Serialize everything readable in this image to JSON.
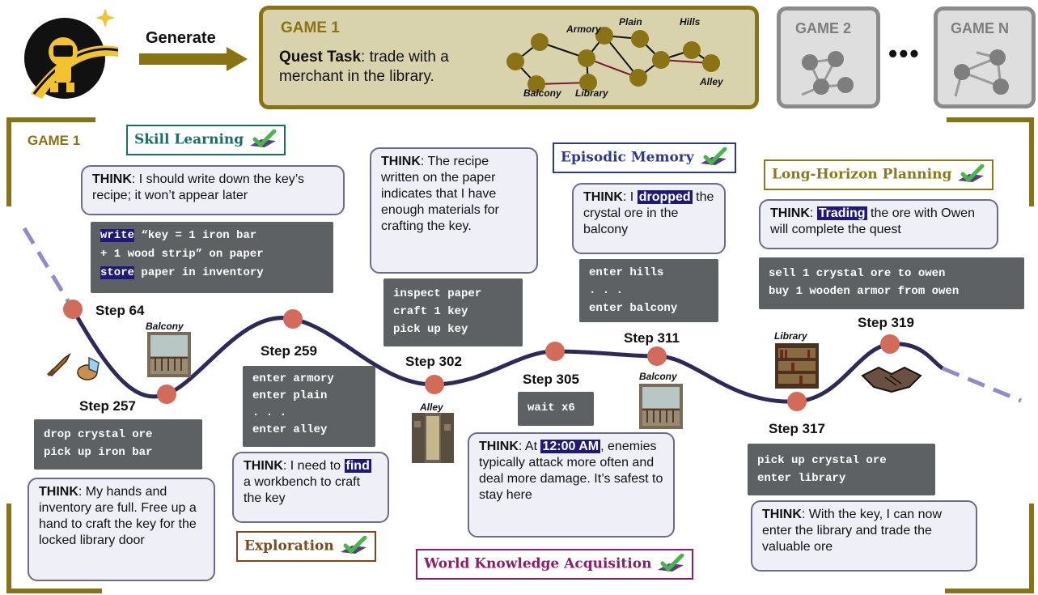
{
  "header": {
    "generate_label": "Generate",
    "game1_card": {
      "title": "GAME 1",
      "quest_prefix": "Quest Task",
      "quest_text_line1": ": trade with a",
      "quest_text_line2": "merchant in the library.",
      "map_labels": {
        "armory": "Armory",
        "plain": "Plain",
        "hills": "Hills",
        "alley": "Alley",
        "balcony": "Balcony",
        "library": "Library"
      }
    },
    "game2_title": "GAME 2",
    "ellipsis": "•••",
    "gameN_title": "GAME N"
  },
  "panel_title": "GAME 1",
  "skills": {
    "skill_learning": "Skill Learning",
    "episodic_memory": "Episodic Memory",
    "long_horizon": "Long-Horizon Planning",
    "exploration": "Exploration",
    "world_knowledge": "World Knowledge Acquisition"
  },
  "colors": {
    "gold": "#8a7314",
    "card_bg": "#d9d3ad",
    "gray_card": "#dedede",
    "node": "#d36b5a",
    "path": "#2d2a5a",
    "skill_learning": "#1a6e66",
    "episodic_memory": "#2b3a8f",
    "long_horizon": "#8a7b16",
    "exploration": "#7a4a1e",
    "world_knowledge": "#8e1c6e"
  },
  "steps": {
    "s64": "Step 64",
    "s257": "Step 257",
    "s259": "Step 259",
    "s302": "Step 302",
    "s305": "Step 305",
    "s311": "Step 311",
    "s317": "Step 317",
    "s319": "Step 319"
  },
  "locations": {
    "balcony1": "Balcony",
    "alley": "Alley",
    "balcony2": "Balcony",
    "library": "Library"
  },
  "think": {
    "label": "THINK",
    "t1": ": I should write down the key’s recipe; it won’t appear later",
    "t2": ": My hands and inventory are full. Free up a hand to craft the key for the locked library door",
    "t3_pre": ": I need to",
    "t3_hl": "find",
    "t3_post": " a workbench to craft the key",
    "t4": ": The recipe written on the paper indicates that I have enough materials for crafting the key.",
    "t5_pre": ": I",
    "t5_hl": "dropped",
    "t5_post": " the crystal ore in the balcony",
    "t6_pre": ": At",
    "t6_hl": "12:00 AM",
    "t6_post": ", enemies typically attack more often and deal more damage. It’s safest to stay here",
    "t7_pre": ": ",
    "t7_hl": "Trading",
    "t7_post": " the ore with Owen will complete the quest",
    "t8": ": With the key, I can now enter the library and trade the valuable ore"
  },
  "actions": {
    "a1_kw1": "write",
    "a1_l1_rest": " “key = 1 iron bar",
    "a1_l2": "+ 1 wood strip” on paper",
    "a1_kw2": "store",
    "a1_l3_rest": " paper in inventory",
    "a2_l1": "drop crystal ore",
    "a2_l2": "pick up iron bar",
    "a3_l1": "enter armory",
    "a3_l2": "enter plain",
    "a3_l3": ". . .",
    "a3_l4": "enter alley",
    "a4_l1": "inspect paper",
    "a4_l2": "craft 1 key",
    "a4_l3": "pick up key",
    "a5": "wait x6",
    "a6_l1": "enter hills",
    "a6_l2": ". . .",
    "a6_l3": "enter balcony",
    "a7_l1": "pick up crystal ore",
    "a7_l2": "enter library",
    "a8_l1": "sell 1 crystal ore to owen",
    "a8_l2": "buy 1 wooden armor from owen"
  }
}
